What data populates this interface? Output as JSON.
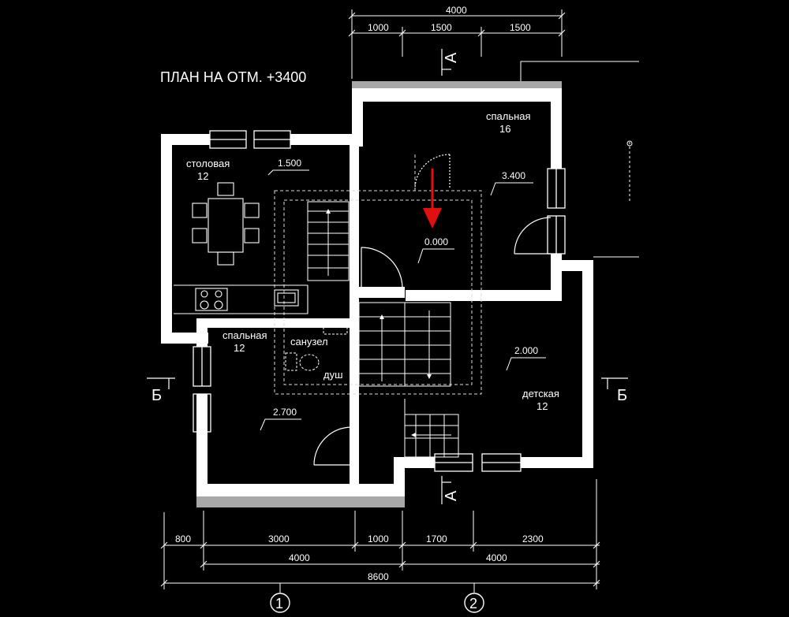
{
  "title": "ПЛАН НА ОТМ. +3400",
  "rooms": [
    {
      "name": "столовая",
      "area": "12"
    },
    {
      "name": "спальная",
      "area": "16"
    },
    {
      "name": "спальная",
      "area": "12"
    },
    {
      "name": "санузел",
      "area": ""
    },
    {
      "name": "душ",
      "area": ""
    },
    {
      "name": "детская",
      "area": "12"
    }
  ],
  "levels": [
    "1.500",
    "3.400",
    "0.000",
    "2.000",
    "2.700"
  ],
  "dimensions": {
    "top_total": "4000",
    "top": [
      "1000",
      "1500",
      "1500"
    ],
    "bottom": [
      "800",
      "3000",
      "1000",
      "1700",
      "2300"
    ],
    "bottom_mid": [
      "4000",
      "4000"
    ],
    "bottom_total": "8600"
  },
  "sections": {
    "a": "А",
    "b": "Б"
  },
  "axes": [
    "1",
    "2"
  ],
  "colors": {
    "background": "#000000",
    "walls": "#ffffff",
    "insulation": "#a8a8a8",
    "arrow": "#e01010"
  }
}
